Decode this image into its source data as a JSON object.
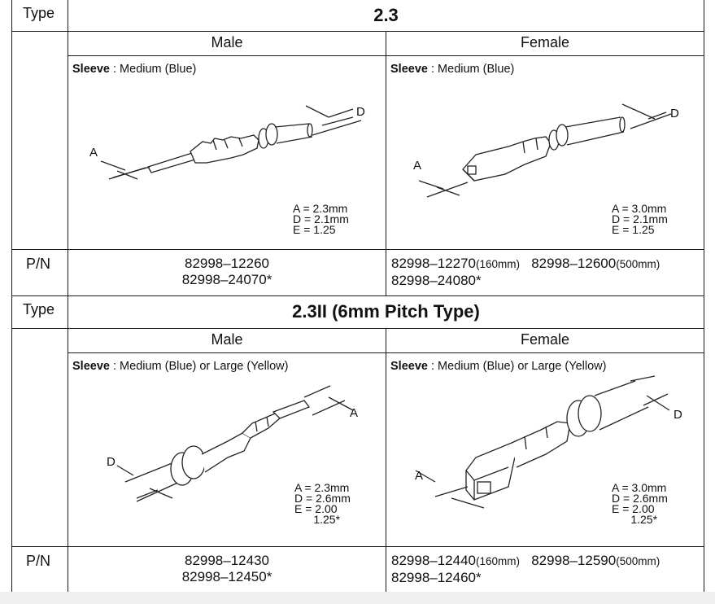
{
  "sections": [
    {
      "type_label": "Type",
      "type_title": "2.3",
      "male": {
        "header": "Male",
        "sleeve_key": "Sleeve",
        "sleeve_value": " : Medium (Blue)",
        "specs": [
          "A = 2.3mm",
          "D = 2.1mm",
          "E = 1.25"
        ],
        "pn": [
          {
            "num": "82998–12260",
            "note": ""
          },
          {
            "num": "82998–24070*",
            "note": ""
          }
        ]
      },
      "female": {
        "header": "Female",
        "sleeve_key": "Sleeve",
        "sleeve_value": " : Medium (Blue)",
        "specs": [
          "A = 3.0mm",
          "D = 2.1mm",
          "E = 1.25"
        ],
        "pn_line1": {
          "num1": "82998–12270",
          "note1": "(160mm)",
          "num2": "82998–12600",
          "note2": "(500mm)"
        },
        "pn_line2": "82998–24080*"
      },
      "pn_label": "P/N",
      "callouts": {
        "a": "A",
        "d": "D"
      }
    },
    {
      "type_label": "Type",
      "type_title": "2.3II (6mm Pitch Type)",
      "male": {
        "header": "Male",
        "sleeve_key": "Sleeve",
        "sleeve_value": " : Medium (Blue) or Large (Yellow)",
        "specs": [
          "A = 2.3mm",
          "D = 2.6mm",
          "E = 2.00",
          "      1.25*"
        ],
        "pn": [
          {
            "num": "82998–12430",
            "note": ""
          },
          {
            "num": "82998–12450*",
            "note": ""
          }
        ]
      },
      "female": {
        "header": "Female",
        "sleeve_key": "Sleeve",
        "sleeve_value": " : Medium (Blue) or Large (Yellow)",
        "specs": [
          "A = 3.0mm",
          "D = 2.6mm",
          "E = 2.00",
          "      1.25*"
        ],
        "pn_line1": {
          "num1": "82998–12440",
          "note1": "(160mm)",
          "num2": "82998–12590",
          "note2": "(500mm)"
        },
        "pn_line2": "82998–12460*"
      },
      "pn_label": "P/N",
      "callouts": {
        "a": "A",
        "d": "D"
      }
    }
  ]
}
